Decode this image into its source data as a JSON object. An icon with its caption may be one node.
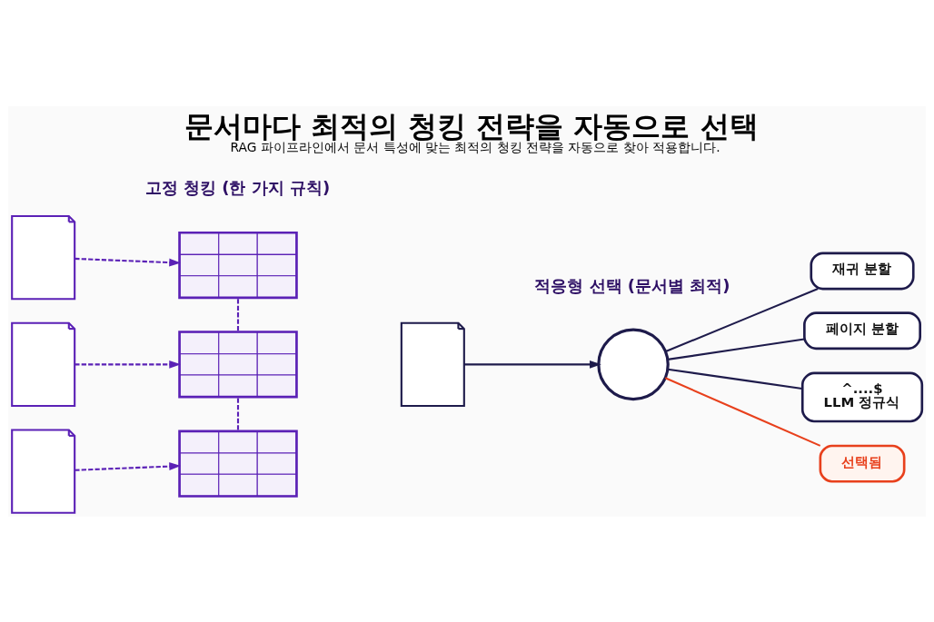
{
  "diagram": {
    "title": "문서마다 최적의 청킹 전략을 자동으로 선택",
    "caption": "RAG 파이프라인에서 문서 특성에 맞는 최적의 청킹 전략을 자동으로 찾아 적용합니다.",
    "nodes": [
      {
        "text": [],
        "shape": "document"
      },
      {
        "text": [],
        "shape": "table"
      },
      {
        "text": [],
        "shape": "document"
      },
      {
        "text": [],
        "shape": "table"
      },
      {
        "text": [],
        "shape": "document"
      },
      {
        "text": [],
        "shape": "table"
      },
      {
        "text": [],
        "shape": "document"
      },
      {
        "text": [],
        "shape": "circle"
      },
      {
        "text": [
          "재귀 분할"
        ]
      },
      {
        "text": [
          "페이지 분할"
        ]
      },
      {
        "text": [
          "^....$",
          "LLM 정규식"
        ]
      },
      {
        "text": [
          "선택됨"
        ]
      }
    ],
    "edges": [
      {
        "from": 0,
        "to": 1,
        "arrow": "to",
        "style": "dashed"
      },
      {
        "from": 2,
        "to": 3,
        "arrow": "to",
        "style": "dashed"
      },
      {
        "from": 4,
        "to": 5,
        "arrow": "to",
        "style": "dashed"
      },
      {
        "from": 1,
        "to": 3,
        "arrow": "none",
        "style": "dashed"
      },
      {
        "from": 3,
        "to": 5,
        "arrow": "none",
        "style": "dashed"
      },
      {
        "from": 6,
        "to": 7,
        "arrow": "to",
        "color": "#1e1b4b"
      },
      {
        "from": 7,
        "to": 8,
        "arrow": "none",
        "color": "#1e1b4b"
      },
      {
        "from": 7,
        "to": 9,
        "arrow": "none",
        "color": "#1e1b4b"
      },
      {
        "from": 7,
        "to": 10,
        "arrow": "none",
        "color": "#1e1b4b"
      },
      {
        "from": 7,
        "to": 11,
        "arrow": "none",
        "color": "#e8401c"
      }
    ],
    "labels": [
      "고정 청킹 (한 가지 규칙)",
      "적응형 선택 (문서별 최적)"
    ]
  }
}
